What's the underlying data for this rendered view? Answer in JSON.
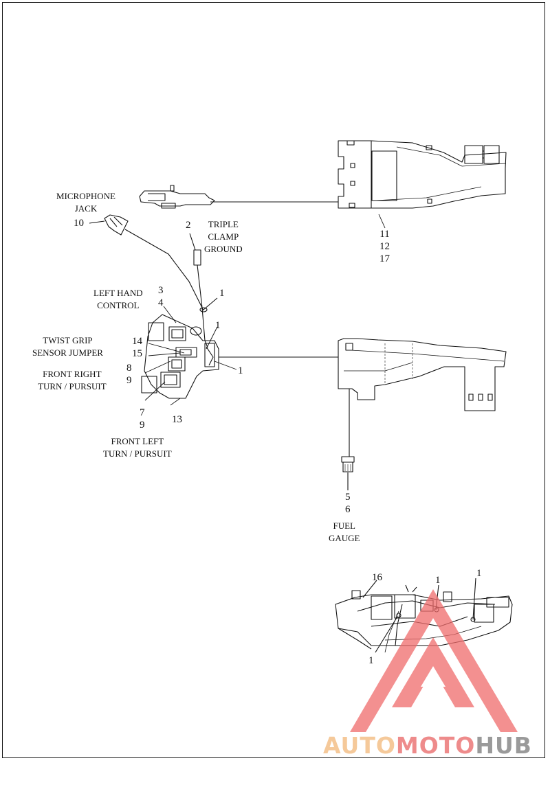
{
  "labels": {
    "microphone_jack": [
      "MICROPHONE",
      "JACK"
    ],
    "triple_clamp_ground": [
      "TRIPLE",
      "CLAMP",
      "GROUND"
    ],
    "left_hand_control": [
      "LEFT HAND",
      "CONTROL"
    ],
    "twist_grip_sensor_jumper": [
      "TWIST GRIP",
      "SENSOR JUMPER"
    ],
    "front_right_turn_pursuit": [
      "FRONT RIGHT",
      "TURN / PURSUIT"
    ],
    "front_left_turn_pursuit": [
      "FRONT LEFT",
      "TURN / PURSUIT"
    ],
    "fuel_gauge": [
      "FUEL",
      "GAUGE"
    ]
  },
  "callouts": {
    "c10": "10",
    "c2": "2",
    "c11": "11",
    "c12": "12",
    "c17": "17",
    "c3": "3",
    "c4": "4",
    "c1_clamp": "1",
    "c1_connector": "1",
    "c1_right": "1",
    "c14": "14",
    "c15": "15",
    "c8": "8",
    "c9_upper": "9",
    "c7": "7",
    "c9_lower": "9",
    "c13": "13",
    "c5": "5",
    "c6": "6",
    "c16": "16",
    "c1_inset_a": "1",
    "c1_inset_b": "1",
    "c1_inset_c": "1"
  },
  "watermark": {
    "part1": "AUTO",
    "part2": "MOTO",
    "part3": "HUB"
  }
}
